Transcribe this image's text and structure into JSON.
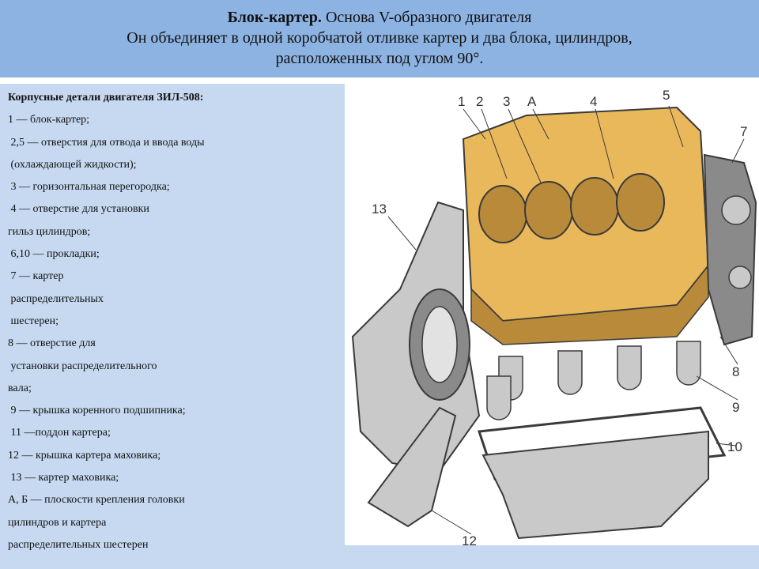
{
  "header": {
    "title_bold": "Блок-картер.",
    "title_rest": " Основа V-образного двигателя",
    "line2": "Он объединяет в одной коробчатой отливке картер и два блока, цилиндров,",
    "line3": "расположенных под углом 90°."
  },
  "legend": {
    "lines": [
      "Корпусные детали двигателя ЗИЛ-508:",
      "1 — блок-картер;",
      " 2,5 — отверстия для отвода и ввода воды",
      " (охлаждающей жидкости);",
      " 3 — горизонтальная перегородка;",
      " 4 — отверстие для установки",
      "гильз цилиндров;",
      " 6,10 — прокладки;",
      " 7 — картер",
      " распределительных",
      " шестерен;",
      "8 — отверстие для",
      " установки распределительного",
      "вала;",
      " 9 — крышка коренного подшипника;",
      " 11 —поддон картера;",
      "12 — крышка картера маховика;",
      " 13 — картер маховика;",
      "А, Б — плоскости крепления головки",
      "цилиндров и картера",
      "распределительных шестерен"
    ]
  },
  "figure": {
    "callouts": [
      "1",
      "2",
      "3",
      "А",
      "4",
      "5",
      "7",
      "13",
      "8",
      "9",
      "10",
      "12"
    ],
    "colors": {
      "block": "#e9b85a",
      "block_dark": "#b98a3a",
      "metal": "#c9c9c9",
      "metal_dark": "#8a8a8a",
      "outline": "#3a3a3a"
    }
  }
}
